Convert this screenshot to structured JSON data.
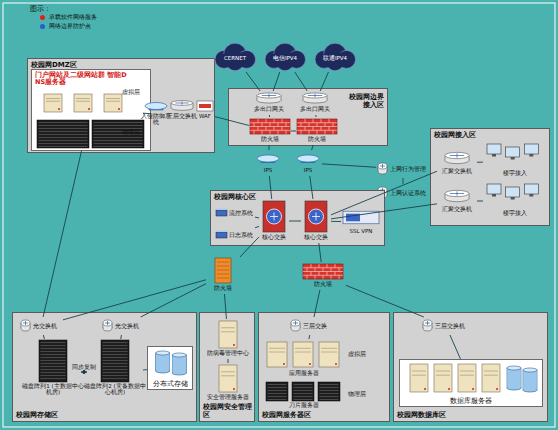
{
  "diagram": {
    "nodes": [
      {
        "text": [
          "校园网DMZ区"
        ]
      },
      {
        "text": [
          "门户网站及二级网站群 智能DNS服务器"
        ],
        "in": 0
      },
      {
        "text": [
          "入侵防御系统"
        ],
        "in": 0
      },
      {
        "text": [
          "三层交换机"
        ],
        "in": 0
      },
      {
        "text": [
          "WAF"
        ],
        "in": 0
      },
      {
        "text": [
          "CERNET"
        ]
      },
      {
        "text": [
          "电信IPV4"
        ]
      },
      {
        "text": [
          "联通IPV4"
        ]
      },
      {
        "text": [
          "校园网边界接入区"
        ]
      },
      {
        "text": [
          "多出口网关"
        ],
        "in": 8
      },
      {
        "text": [
          "多出口网关"
        ],
        "in": 8
      },
      {
        "text": [
          "防火墙"
        ],
        "in": 8
      },
      {
        "text": [
          "防火墙"
        ],
        "in": 8
      },
      {
        "text": [
          "IPS"
        ]
      },
      {
        "text": [
          "IPS"
        ]
      },
      {
        "text": [
          "上网行为管理"
        ]
      },
      {
        "text": [
          "上网认证系统"
        ]
      },
      {
        "text": [
          "校园网核心区"
        ]
      },
      {
        "text": [
          "流控系统"
        ],
        "in": 17
      },
      {
        "text": [
          "日志系统"
        ],
        "in": 17
      },
      {
        "text": [
          "核心交换"
        ],
        "in": 17
      },
      {
        "text": [
          "核心交换"
        ],
        "in": 17
      },
      {
        "text": [
          "SSL VPN"
        ],
        "in": 17
      },
      {
        "text": [
          "校园网接入区"
        ]
      },
      {
        "text": [
          "汇聚交换机"
        ],
        "in": 23
      },
      {
        "text": [
          "汇聚交换机"
        ],
        "in": 23
      },
      {
        "text": [
          "楼宇接入"
        ],
        "in": 23
      },
      {
        "text": [
          "楼宇接入"
        ],
        "in": 23
      },
      {
        "text": [
          "防火墙"
        ]
      },
      {
        "text": [
          "防火墙"
        ]
      },
      {
        "text": [
          "校园网存储区"
        ]
      },
      {
        "text": [
          "光交换机"
        ],
        "in": 30
      },
      {
        "text": [
          "光交换机"
        ],
        "in": 30
      },
      {
        "text": [
          "磁盘阵列1 (主数据中心机房)"
        ],
        "in": 30
      },
      {
        "text": [
          "磁盘阵列2 (灾备数据中心机房)"
        ],
        "in": 30
      },
      {
        "text": [
          "分布式存储"
        ],
        "in": 30
      },
      {
        "text": [
          "校园网安全管理区"
        ]
      },
      {
        "text": [
          "防病毒管理中心"
        ],
        "in": 36
      },
      {
        "text": [
          "安全管理服务器"
        ],
        "in": 36
      },
      {
        "text": [
          "校园网服务器区"
        ]
      },
      {
        "text": [
          "三层交换"
        ],
        "in": 39
      },
      {
        "text": [
          "应用服务器"
        ],
        "in": 39
      },
      {
        "text": [
          "刀片服务器"
        ],
        "in": 39
      },
      {
        "text": [
          "校园网数据库区"
        ]
      },
      {
        "text": [
          "三层交换机"
        ],
        "in": 43
      },
      {
        "text": [
          "数据库服务器"
        ],
        "in": 43
      }
    ],
    "edges": [
      {
        "from": 5,
        "to": 9,
        "arrow": "none"
      },
      {
        "from": 6,
        "to": 9,
        "arrow": "none"
      },
      {
        "from": 6,
        "to": 10,
        "arrow": "none"
      },
      {
        "from": 7,
        "to": 10,
        "arrow": "none"
      },
      {
        "from": 9,
        "to": 11,
        "arrow": "none"
      },
      {
        "from": 10,
        "to": 12,
        "arrow": "none"
      },
      {
        "from": 11,
        "to": 12,
        "arrow": "none"
      },
      {
        "from": 1,
        "to": 2,
        "arrow": "none"
      },
      {
        "from": 2,
        "to": 3,
        "arrow": "none"
      },
      {
        "from": 3,
        "to": 4,
        "arrow": "none"
      },
      {
        "from": 4,
        "to": 11,
        "arrow": "none"
      },
      {
        "from": 11,
        "to": 13,
        "arrow": "none"
      },
      {
        "from": 12,
        "to": 14,
        "arrow": "none"
      },
      {
        "from": 13,
        "to": 20,
        "arrow": "none"
      },
      {
        "from": 14,
        "to": 21,
        "arrow": "none"
      },
      {
        "from": 14,
        "to": 15,
        "arrow": "none"
      },
      {
        "from": 15,
        "to": 16,
        "arrow": "none"
      },
      {
        "from": 18,
        "to": 20,
        "arrow": "none"
      },
      {
        "from": 19,
        "to": 20,
        "arrow": "none"
      },
      {
        "from": 20,
        "to": 21,
        "arrow": "none"
      },
      {
        "from": 21,
        "to": 22,
        "arrow": "none"
      },
      {
        "from": 21,
        "to": 24,
        "arrow": "none"
      },
      {
        "from": 21,
        "to": 25,
        "arrow": "none"
      },
      {
        "from": 24,
        "to": 26,
        "arrow": "none"
      },
      {
        "from": 25,
        "to": 27,
        "arrow": "none"
      },
      {
        "from": 20,
        "to": 28,
        "arrow": "none"
      },
      {
        "from": 28,
        "to": 31,
        "arrow": "none"
      },
      {
        "from": 28,
        "to": 37,
        "arrow": "none"
      },
      {
        "from": 21,
        "to": 29,
        "arrow": "none"
      },
      {
        "from": 29,
        "to": 40,
        "arrow": "none"
      },
      {
        "from": 29,
        "to": 44,
        "arrow": "none"
      },
      {
        "from": 31,
        "to": 33,
        "arrow": "none"
      },
      {
        "from": 32,
        "to": 34,
        "arrow": "none"
      },
      {
        "from": 33,
        "to": 34,
        "label": "同步复制",
        "arrow": "both"
      },
      {
        "from": 34,
        "to": 35,
        "arrow": "none"
      },
      {
        "from": 40,
        "to": 41,
        "arrow": "none"
      },
      {
        "from": 44,
        "to": 45,
        "arrow": "none"
      },
      {
        "from": 37,
        "to": 38,
        "arrow": "none"
      },
      {
        "from": 1,
        "to": 31,
        "arrow": "none"
      },
      {
        "from": 28,
        "to": 32,
        "arrow": "none"
      }
    ],
    "labels": [
      "图示：",
      "虚拟层",
      "物理层",
      "虚拟层",
      "物理层"
    ],
    "legend": [
      {
        "text": "承载软件网络服务",
        "color": "#e02020"
      },
      {
        "text": "网络边界防护点",
        "color": "#2060d0"
      }
    ]
  }
}
